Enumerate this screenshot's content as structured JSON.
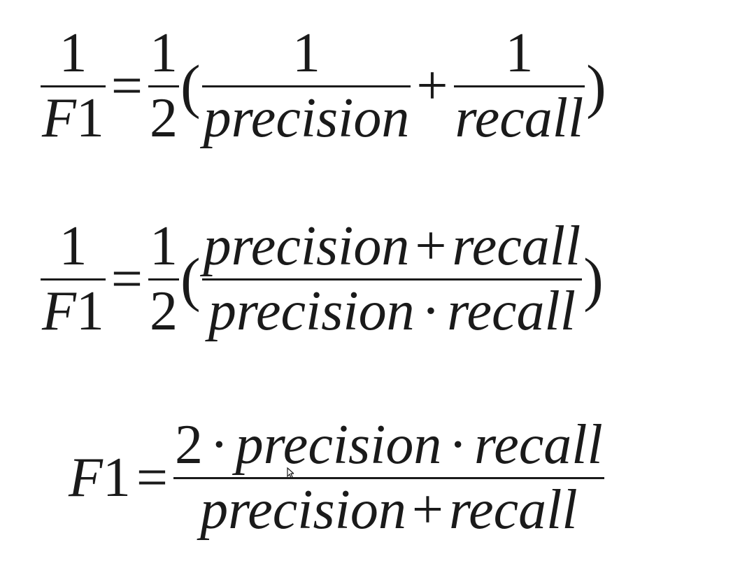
{
  "equations": {
    "eq1": {
      "lhs_num": "1",
      "lhs_den_var": "F",
      "lhs_den_num": "1",
      "eq_sign": "=",
      "coef_num": "1",
      "coef_den": "2",
      "open_paren": "(",
      "close_paren": ")",
      "t1_num": "1",
      "t1_den": "precision",
      "plus": "+",
      "t2_num": "1",
      "t2_den": "recall"
    },
    "eq2": {
      "lhs_num": "1",
      "lhs_den_var": "F",
      "lhs_den_num": "1",
      "eq_sign": "=",
      "coef_num": "1",
      "coef_den": "2",
      "open_paren": "(",
      "close_paren": ")",
      "num_a": "precision",
      "num_op": "+",
      "num_b": "recall",
      "den_a": "precision",
      "den_op": "·",
      "den_b": "recall"
    },
    "eq3": {
      "lhs_var": "F",
      "lhs_num": "1",
      "eq_sign": "=",
      "num_coef": "2",
      "num_op1": "·",
      "num_a": "precision",
      "num_op2": "·",
      "num_b": "recall",
      "den_a": "precision",
      "den_op": "+",
      "den_b": "recall"
    }
  }
}
